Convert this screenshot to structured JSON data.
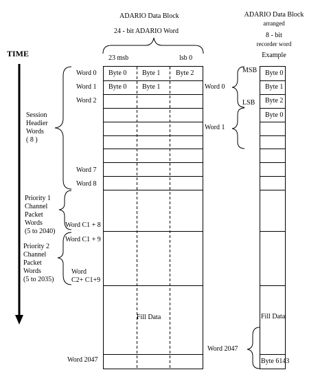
{
  "headers": {
    "main_title": "ADARIO Data Block",
    "main_subtitle": "24 - bit ADARIO Word",
    "bit_msb": "23  msb",
    "bit_lsb": "lsb  0",
    "right_title": "ADARIO Data Block",
    "right_line2": "arranged",
    "right_line3": "8 - bit",
    "right_line4": "recorder word",
    "right_line5": "Example"
  },
  "time_label": "TIME",
  "rows": {
    "word0": "Word  0",
    "word1": "Word  1",
    "word2": "Word  2",
    "word7": "Word  7",
    "word8": "Word  8",
    "wordC1": "Word C1 + 8",
    "wordC19": "Word C1 + 9",
    "wordC2a": "Word",
    "wordC2b": "C2+ C1+9",
    "word2047": "Word  2047"
  },
  "cells": {
    "r0c0": "Byte  0",
    "r0c1": "Byte  1",
    "r0c2": "Byte  2",
    "r1c0": "Byte  0",
    "r1c1": "Byte  1",
    "fill": "Fill Data"
  },
  "groups": {
    "session": [
      "Session",
      "Headier",
      "Words",
      "( 8 )"
    ],
    "priority1": [
      "Priority  1",
      "Channel",
      "Packet",
      "Words",
      "(5 to 2040)"
    ],
    "priority2": [
      "Priority  2",
      "Channel",
      "Packet",
      "Words",
      "(5 to 2035)"
    ]
  },
  "right": {
    "msb": "MSB",
    "lsb": "LSB",
    "word0": "Word  0",
    "word1": "Word  1",
    "word2047": "Word  2047",
    "bytes": [
      "Byte  0",
      "Byte 1",
      "Byte  2",
      "Byte 0"
    ],
    "fill": "Fill Data",
    "last": "Byte  6143"
  }
}
